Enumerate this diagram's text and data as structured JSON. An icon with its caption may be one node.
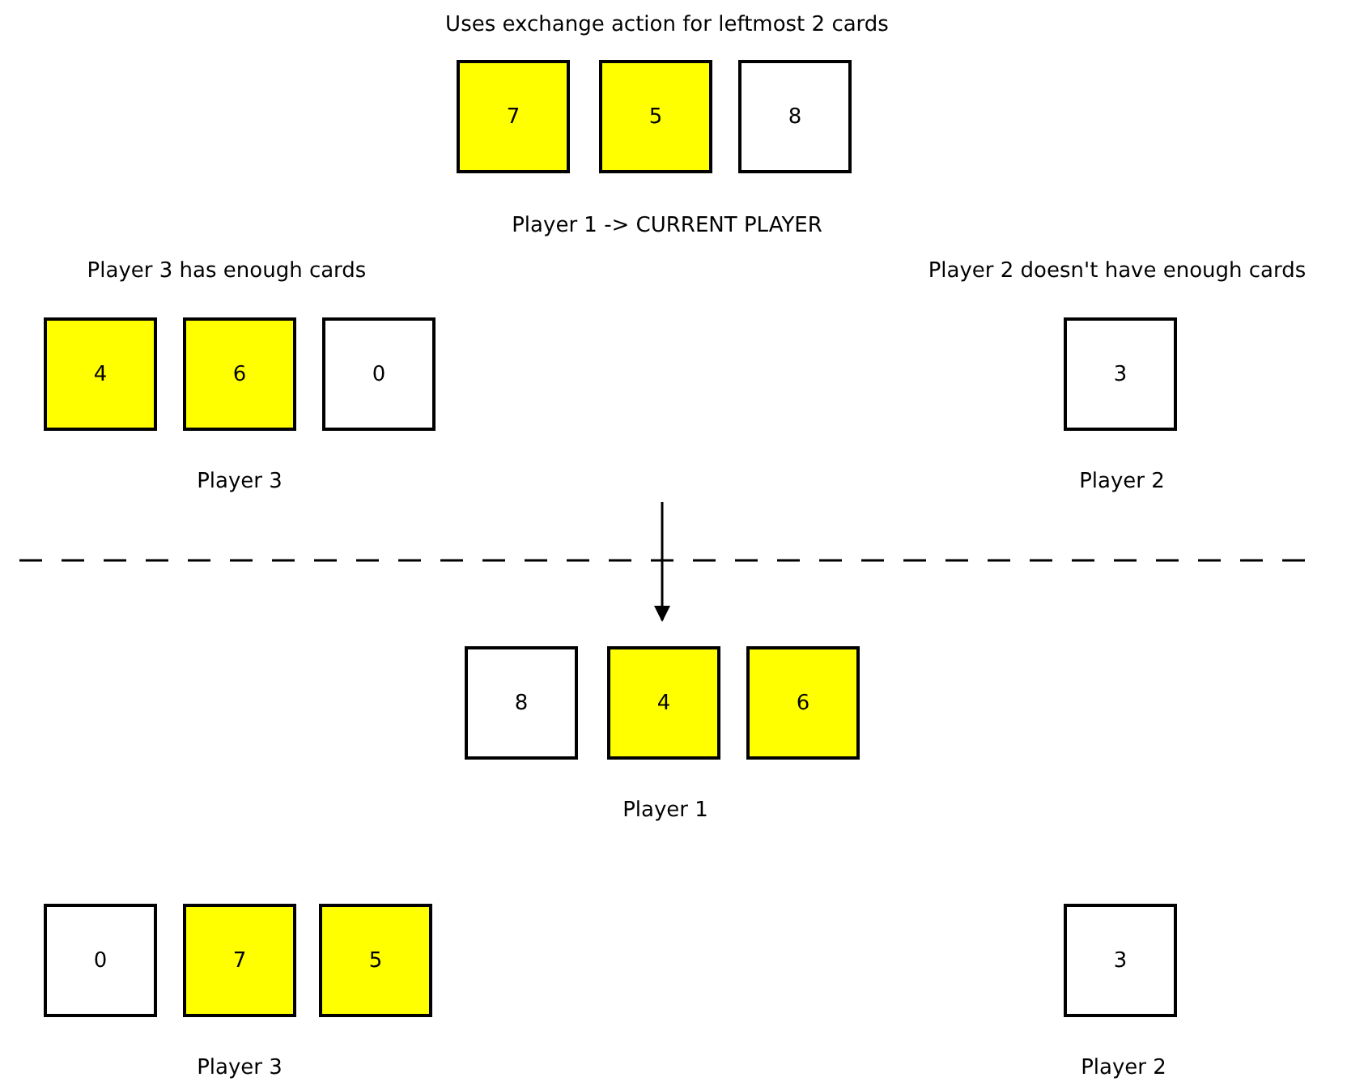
{
  "diagram": {
    "nodes": [
      {
        "text": [
          "7"
        ]
      },
      {
        "text": [
          "5"
        ]
      },
      {
        "text": [
          "8"
        ]
      },
      {
        "text": [
          "4"
        ]
      },
      {
        "text": [
          "6"
        ]
      },
      {
        "text": [
          "0"
        ]
      },
      {
        "text": [
          "3"
        ]
      },
      {
        "text": [
          "8"
        ]
      },
      {
        "text": [
          "4"
        ]
      },
      {
        "text": [
          "6"
        ]
      },
      {
        "text": [
          "0"
        ]
      },
      {
        "text": [
          "7"
        ]
      },
      {
        "text": [
          "5"
        ]
      },
      {
        "text": [
          "3"
        ]
      }
    ],
    "edges": [],
    "labels": [
      "Uses exchange action for leftmost 2 cards",
      "Player 1 -> CURRENT PLAYER",
      "Player 3 has enough cards",
      "Player 2 doesn't have enough cards",
      "Player 3",
      "Player 2",
      "Player 1",
      "Player 3",
      "Player 2"
    ]
  }
}
